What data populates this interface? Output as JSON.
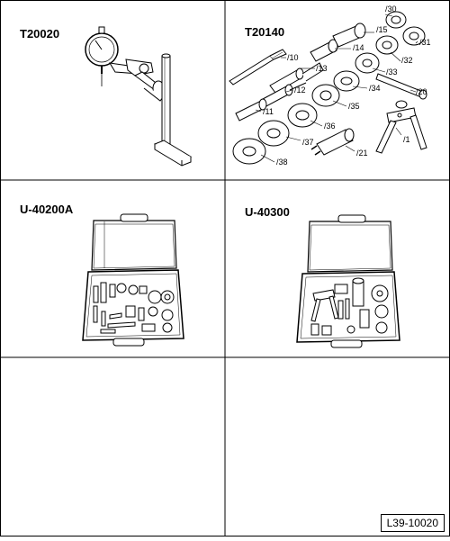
{
  "panels": {
    "p1_title": "T20020",
    "p2_title": "T20140",
    "p3_title": "U-40200A",
    "p4_title": "U-40300"
  },
  "callouts": [
    "/30",
    "/15",
    "/31",
    "/14",
    "/10",
    "/32",
    "/13",
    "/33",
    "/20",
    "/34",
    "/12",
    "/35",
    "/11",
    "/36",
    "/1",
    "/37",
    "/21",
    "/38"
  ],
  "reference": "L39-10020"
}
